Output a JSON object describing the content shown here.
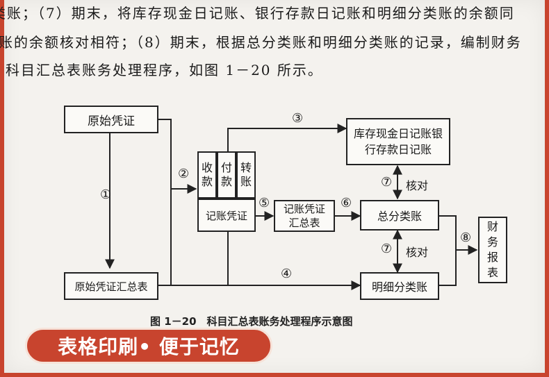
{
  "text_lines": [
    "类账；（7）期末，将库存现金日记账、银行存款日记账和明细分类账的余额同",
    "账的余额核对相符；（8）期末，根据总分类账和明细分类账的记录，编制财务",
    "科目汇总表账务处理程序，如图 1－20 所示。"
  ],
  "diagram": {
    "original_voucher": "原始凭证",
    "voucher_summary_src": "原始凭证汇总表",
    "receipt_voucher": "收款",
    "payment_voucher": "付款",
    "transfer_voucher": "转账",
    "journal_voucher": "记账凭证",
    "journal_summary": "记账凭证汇总表",
    "cash_bank_journal": "库存现金日记账银行存款日记账",
    "general_ledger": "总分类账",
    "subsidiary_ledger": "明细分类账",
    "financial_report": "财务报表",
    "check_label": "核对",
    "step_1": "①",
    "step_2": "②",
    "step_3": "③",
    "step_4": "④",
    "step_5": "⑤",
    "step_6": "⑥",
    "step_7": "⑦",
    "step_8": "⑧"
  },
  "caption": "图 1－20　科目汇总表账务处理程序示意图",
  "banner": "表格印刷• 便于记忆",
  "colors": {
    "frame": "#c8442e",
    "paper": "#f4f2ee",
    "ink": "#1a1a1a"
  }
}
